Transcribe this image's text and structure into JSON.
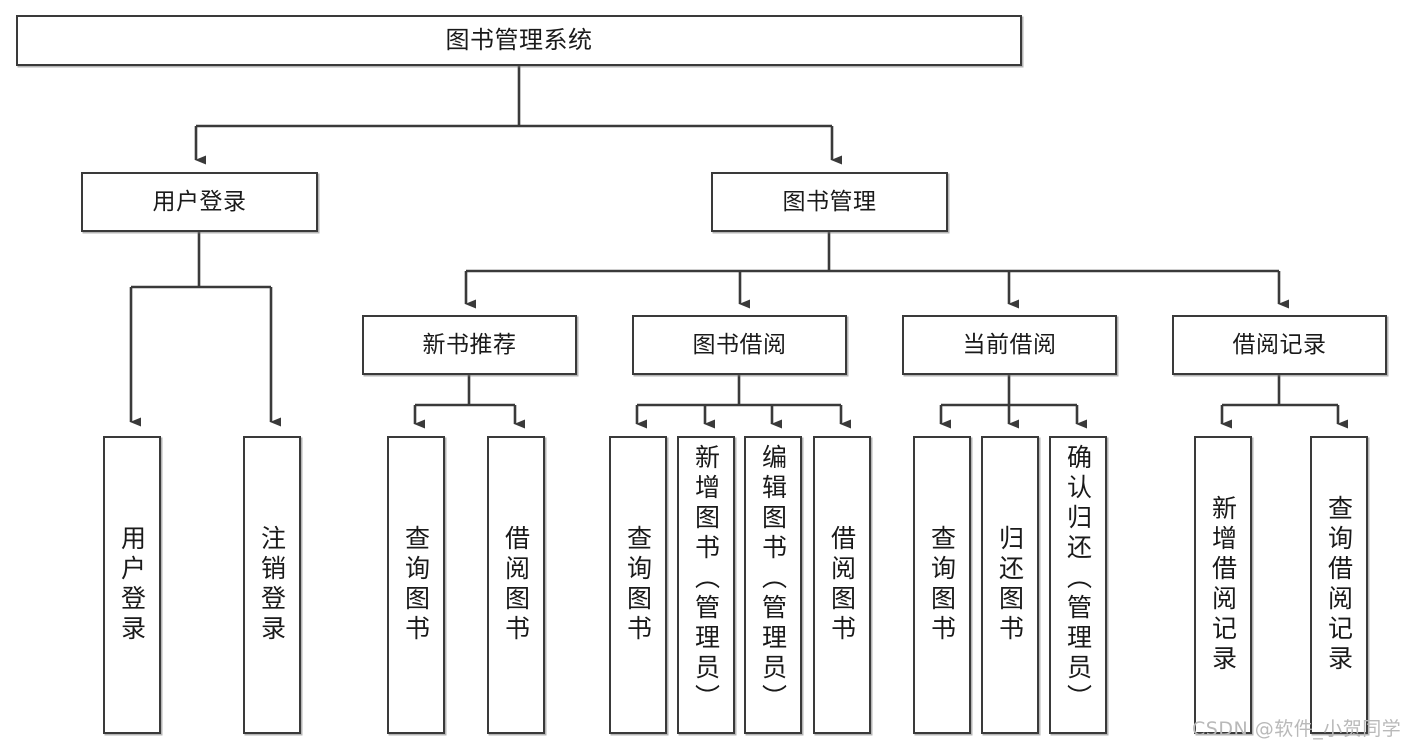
{
  "diagram": {
    "title": "图书管理系统",
    "type": "hierarchy-tree",
    "nodes": {
      "root": {
        "label": "图书管理系统"
      },
      "level2": [
        {
          "id": "user-login",
          "label": "用户登录"
        },
        {
          "id": "book-manage",
          "label": "图书管理"
        }
      ],
      "level3": [
        {
          "id": "new-book-recommend",
          "label": "新书推荐"
        },
        {
          "id": "book-borrow",
          "label": "图书借阅"
        },
        {
          "id": "current-borrow",
          "label": "当前借阅"
        },
        {
          "id": "borrow-record",
          "label": "借阅记录"
        }
      ],
      "leaves": {
        "user_login": [
          {
            "id": "leaf-user-login",
            "label": "用户登录"
          },
          {
            "id": "leaf-logout-login",
            "label": "注销登录"
          }
        ],
        "new_book_recommend": [
          {
            "id": "leaf-query-book-1",
            "label": "查询图书"
          },
          {
            "id": "leaf-borrow-book-1",
            "label": "借阅图书"
          }
        ],
        "book_borrow": [
          {
            "id": "leaf-query-book-2",
            "label": "查询图书"
          },
          {
            "id": "leaf-add-book",
            "label": "新增图书（管理员）"
          },
          {
            "id": "leaf-edit-book",
            "label": "编辑图书（管理员）"
          },
          {
            "id": "leaf-borrow-book-2",
            "label": "借阅图书"
          }
        ],
        "current_borrow": [
          {
            "id": "leaf-query-book-3",
            "label": "查询图书"
          },
          {
            "id": "leaf-return-book",
            "label": "归还图书"
          },
          {
            "id": "leaf-confirm-return",
            "label": "确认归还（管理员）"
          }
        ],
        "borrow_record": [
          {
            "id": "leaf-add-record",
            "label": "新增借阅记录"
          },
          {
            "id": "leaf-query-record",
            "label": "查询借阅记录"
          }
        ]
      }
    },
    "colors": {
      "stroke": "#3a3a3a",
      "fill": "#ffffff",
      "text": "#1a1a1a",
      "watermark": "#b9b9b9"
    }
  },
  "watermark": {
    "text": "CSDN @软件_小贺同学"
  }
}
